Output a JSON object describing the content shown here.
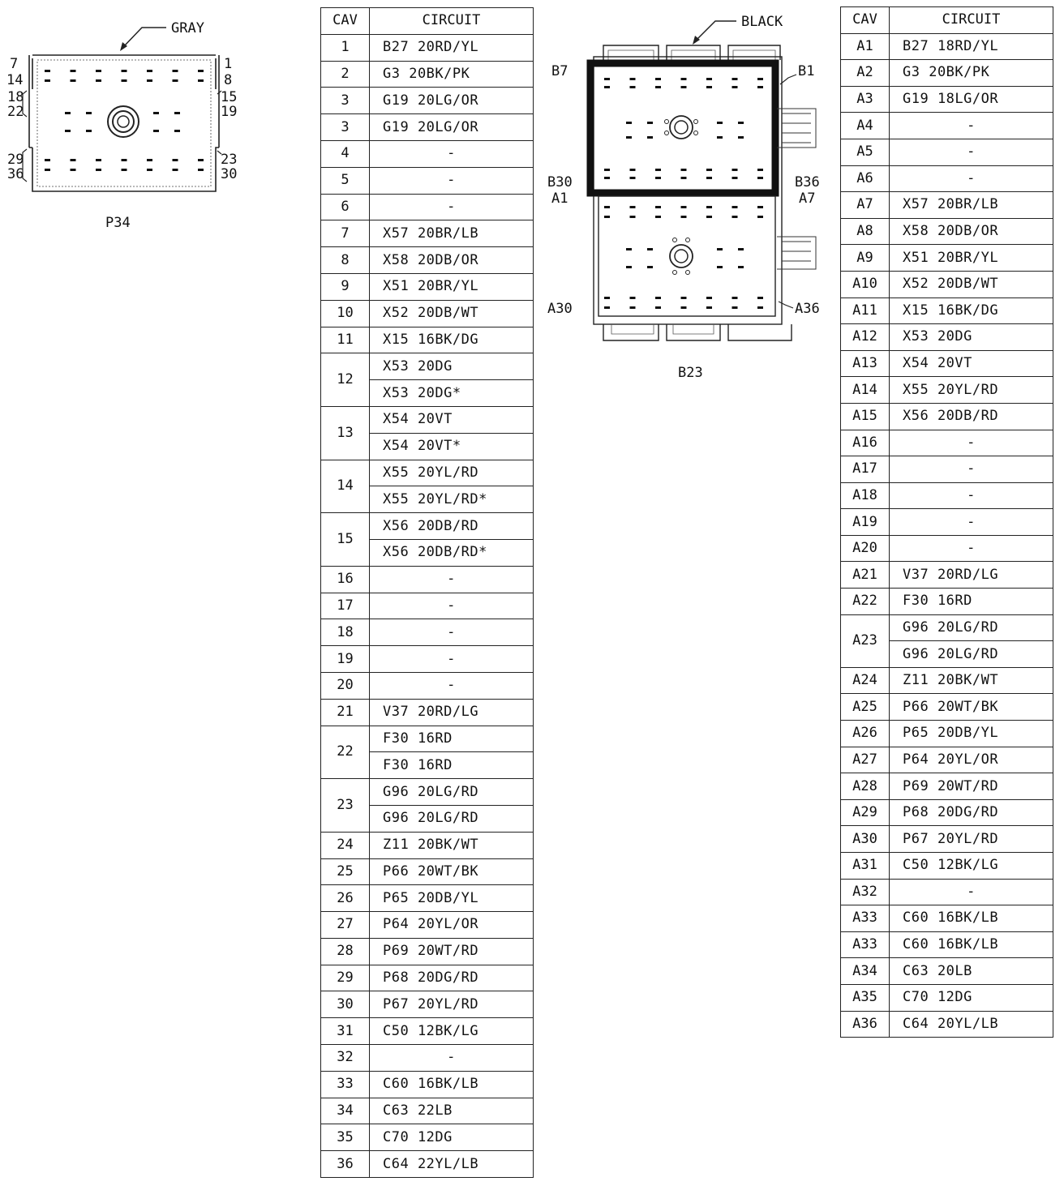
{
  "connector_p34": {
    "name": "P34",
    "color": "GRAY",
    "pin_labels": {
      "left_top_a": "7",
      "left_top_b": "14",
      "right_top_a": "1",
      "right_top_b": "8",
      "left_mid_a": "18",
      "left_mid_b": "22",
      "right_mid_a": "15",
      "right_mid_b": "19",
      "left_bot_a": "29",
      "left_bot_b": "36",
      "right_bot_a": "23",
      "right_bot_b": "30"
    }
  },
  "connector_b23": {
    "name": "B23",
    "color": "BLACK",
    "pin_labels": {
      "b7": "B7",
      "b1": "B1",
      "b30": "B30",
      "a1": "A1",
      "b36": "B36",
      "a7": "A7",
      "a30": "A30",
      "a36": "A36"
    }
  },
  "table_p34": {
    "header_cav": "CAV",
    "header_circuit": "CIRCUIT",
    "rows": [
      {
        "cav": "1",
        "circuits": [
          "B27 20RD/YL"
        ]
      },
      {
        "cav": "2",
        "circuits": [
          "G3 20BK/PK"
        ]
      },
      {
        "cav": "3",
        "circuits": [
          "G19 20LG/OR"
        ]
      },
      {
        "cav": "3",
        "circuits": [
          "G19 20LG/OR"
        ]
      },
      {
        "cav": "4",
        "circuits": [
          "-"
        ]
      },
      {
        "cav": "5",
        "circuits": [
          "-"
        ]
      },
      {
        "cav": "6",
        "circuits": [
          "-"
        ]
      },
      {
        "cav": "7",
        "circuits": [
          "X57 20BR/LB"
        ]
      },
      {
        "cav": "8",
        "circuits": [
          "X58 20DB/OR"
        ]
      },
      {
        "cav": "9",
        "circuits": [
          "X51 20BR/YL"
        ]
      },
      {
        "cav": "10",
        "circuits": [
          "X52 20DB/WT"
        ]
      },
      {
        "cav": "11",
        "circuits": [
          "X15 16BK/DG"
        ]
      },
      {
        "cav": "12",
        "circuits": [
          "X53 20DG",
          "X53 20DG*"
        ]
      },
      {
        "cav": "13",
        "circuits": [
          "X54 20VT",
          "X54 20VT*"
        ]
      },
      {
        "cav": "14",
        "circuits": [
          "X55 20YL/RD",
          "X55 20YL/RD*"
        ]
      },
      {
        "cav": "15",
        "circuits": [
          "X56 20DB/RD",
          "X56 20DB/RD*"
        ]
      },
      {
        "cav": "16",
        "circuits": [
          "-"
        ]
      },
      {
        "cav": "17",
        "circuits": [
          "-"
        ]
      },
      {
        "cav": "18",
        "circuits": [
          "-"
        ]
      },
      {
        "cav": "19",
        "circuits": [
          "-"
        ]
      },
      {
        "cav": "20",
        "circuits": [
          "-"
        ]
      },
      {
        "cav": "21",
        "circuits": [
          "V37 20RD/LG"
        ]
      },
      {
        "cav": "22",
        "circuits": [
          "F30 16RD",
          "F30 16RD"
        ]
      },
      {
        "cav": "23",
        "circuits": [
          "G96 20LG/RD",
          "G96 20LG/RD"
        ]
      },
      {
        "cav": "24",
        "circuits": [
          "Z11 20BK/WT"
        ]
      },
      {
        "cav": "25",
        "circuits": [
          "P66 20WT/BK"
        ]
      },
      {
        "cav": "26",
        "circuits": [
          "P65 20DB/YL"
        ]
      },
      {
        "cav": "27",
        "circuits": [
          "P64 20YL/OR"
        ]
      },
      {
        "cav": "28",
        "circuits": [
          "P69 20WT/RD"
        ]
      },
      {
        "cav": "29",
        "circuits": [
          "P68 20DG/RD"
        ]
      },
      {
        "cav": "30",
        "circuits": [
          "P67 20YL/RD"
        ]
      },
      {
        "cav": "31",
        "circuits": [
          "C50 12BK/LG"
        ]
      },
      {
        "cav": "32",
        "circuits": [
          "-"
        ]
      },
      {
        "cav": "33",
        "circuits": [
          "C60 16BK/LB"
        ]
      },
      {
        "cav": "34",
        "circuits": [
          "C63 22LB"
        ]
      },
      {
        "cav": "35",
        "circuits": [
          "C70 12DG"
        ]
      },
      {
        "cav": "36",
        "circuits": [
          "C64 22YL/LB"
        ]
      }
    ]
  },
  "table_b23": {
    "header_cav": "CAV",
    "header_circuit": "CIRCUIT",
    "rows": [
      {
        "cav": "A1",
        "circuits": [
          "B27 18RD/YL"
        ]
      },
      {
        "cav": "A2",
        "circuits": [
          "G3 20BK/PK"
        ]
      },
      {
        "cav": "A3",
        "circuits": [
          "G19 18LG/OR"
        ]
      },
      {
        "cav": "A4",
        "circuits": [
          "-"
        ]
      },
      {
        "cav": "A5",
        "circuits": [
          "-"
        ]
      },
      {
        "cav": "A6",
        "circuits": [
          "-"
        ]
      },
      {
        "cav": "A7",
        "circuits": [
          "X57 20BR/LB"
        ]
      },
      {
        "cav": "A8",
        "circuits": [
          "X58 20DB/OR"
        ]
      },
      {
        "cav": "A9",
        "circuits": [
          "X51 20BR/YL"
        ]
      },
      {
        "cav": "A10",
        "circuits": [
          "X52 20DB/WT"
        ]
      },
      {
        "cav": "A11",
        "circuits": [
          "X15 16BK/DG"
        ]
      },
      {
        "cav": "A12",
        "circuits": [
          "X53 20DG"
        ]
      },
      {
        "cav": "A13",
        "circuits": [
          "X54 20VT"
        ]
      },
      {
        "cav": "A14",
        "circuits": [
          "X55 20YL/RD"
        ]
      },
      {
        "cav": "A15",
        "circuits": [
          "X56 20DB/RD"
        ]
      },
      {
        "cav": "A16",
        "circuits": [
          "-"
        ]
      },
      {
        "cav": "A17",
        "circuits": [
          "-"
        ]
      },
      {
        "cav": "A18",
        "circuits": [
          "-"
        ]
      },
      {
        "cav": "A19",
        "circuits": [
          "-"
        ]
      },
      {
        "cav": "A20",
        "circuits": [
          "-"
        ]
      },
      {
        "cav": "A21",
        "circuits": [
          "V37 20RD/LG"
        ]
      },
      {
        "cav": "A22",
        "circuits": [
          "F30 16RD"
        ]
      },
      {
        "cav": "A23",
        "circuits": [
          "G96 20LG/RD",
          "G96 20LG/RD"
        ]
      },
      {
        "cav": "A24",
        "circuits": [
          "Z11 20BK/WT"
        ]
      },
      {
        "cav": "A25",
        "circuits": [
          "P66 20WT/BK"
        ]
      },
      {
        "cav": "A26",
        "circuits": [
          "P65 20DB/YL"
        ]
      },
      {
        "cav": "A27",
        "circuits": [
          "P64 20YL/OR"
        ]
      },
      {
        "cav": "A28",
        "circuits": [
          "P69 20WT/RD"
        ]
      },
      {
        "cav": "A29",
        "circuits": [
          "P68 20DG/RD"
        ]
      },
      {
        "cav": "A30",
        "circuits": [
          "P67 20YL/RD"
        ]
      },
      {
        "cav": "A31",
        "circuits": [
          "C50 12BK/LG"
        ]
      },
      {
        "cav": "A32",
        "circuits": [
          "-"
        ]
      },
      {
        "cav": "A33",
        "circuits": [
          "C60 16BK/LB"
        ]
      },
      {
        "cav": "A33",
        "circuits": [
          "C60 16BK/LB"
        ]
      },
      {
        "cav": "A34",
        "circuits": [
          "C63 20LB"
        ]
      },
      {
        "cav": "A35",
        "circuits": [
          "C70 12DG"
        ]
      },
      {
        "cav": "A36",
        "circuits": [
          "C64 20YL/LB"
        ]
      }
    ]
  }
}
